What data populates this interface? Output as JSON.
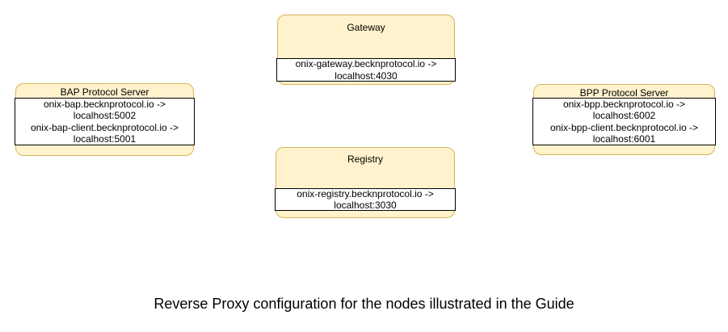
{
  "caption": "Reverse Proxy configuration for the nodes illustrated in the Guide",
  "colors": {
    "page_bg": "#ffffff",
    "node_fill": "#FFF2CC",
    "node_border": "#D6B656",
    "rule_fill": "#FFFFFF",
    "rule_border": "#000000",
    "text": "#000000"
  },
  "nodes": [
    {
      "id": "gateway",
      "title": "Gateway",
      "rules": [
        "onix-gateway.becknprotocol.io ->",
        "localhost:4030"
      ]
    },
    {
      "id": "bap-protocol-server",
      "title": "BAP Protocol Server",
      "rules": [
        "onix-bap.becknprotocol.io ->",
        "localhost:5002",
        "onix-bap-client.becknprotocol.io ->",
        "localhost:5001"
      ]
    },
    {
      "id": "bpp-protocol-server",
      "title": "BPP Protocol Server",
      "rules": [
        "onix-bpp.becknprotocol.io ->",
        "localhost:6002",
        "onix-bpp-client.becknprotocol.io ->",
        "localhost:6001"
      ]
    },
    {
      "id": "registry",
      "title": "Registry",
      "rules": [
        "onix-registry.becknprotocol.io ->",
        "localhost:3030"
      ]
    }
  ]
}
